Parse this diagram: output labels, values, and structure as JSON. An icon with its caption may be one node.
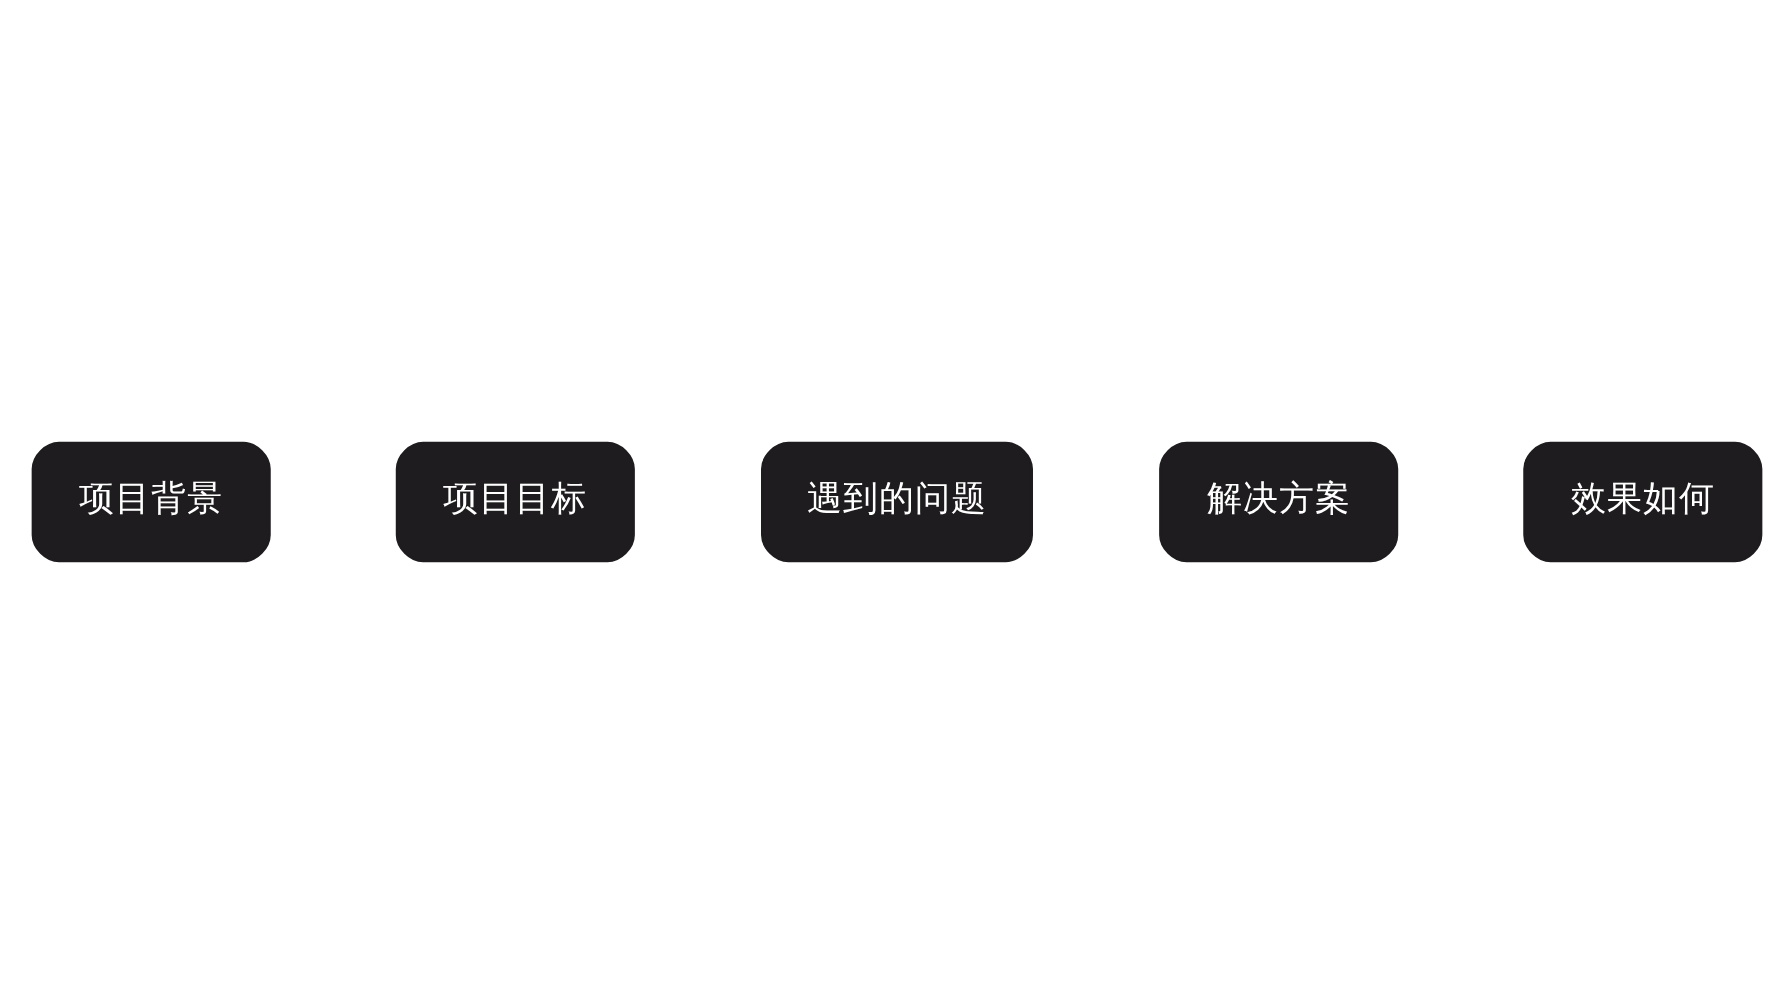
{
  "diagram": {
    "nodes": [
      {
        "text": [
          "项目背景"
        ]
      },
      {
        "text": [
          "项目目标"
        ]
      },
      {
        "text": [
          "遇到的问题"
        ]
      },
      {
        "text": [
          "解决方案"
        ]
      },
      {
        "text": [
          "效果如何"
        ]
      }
    ]
  }
}
